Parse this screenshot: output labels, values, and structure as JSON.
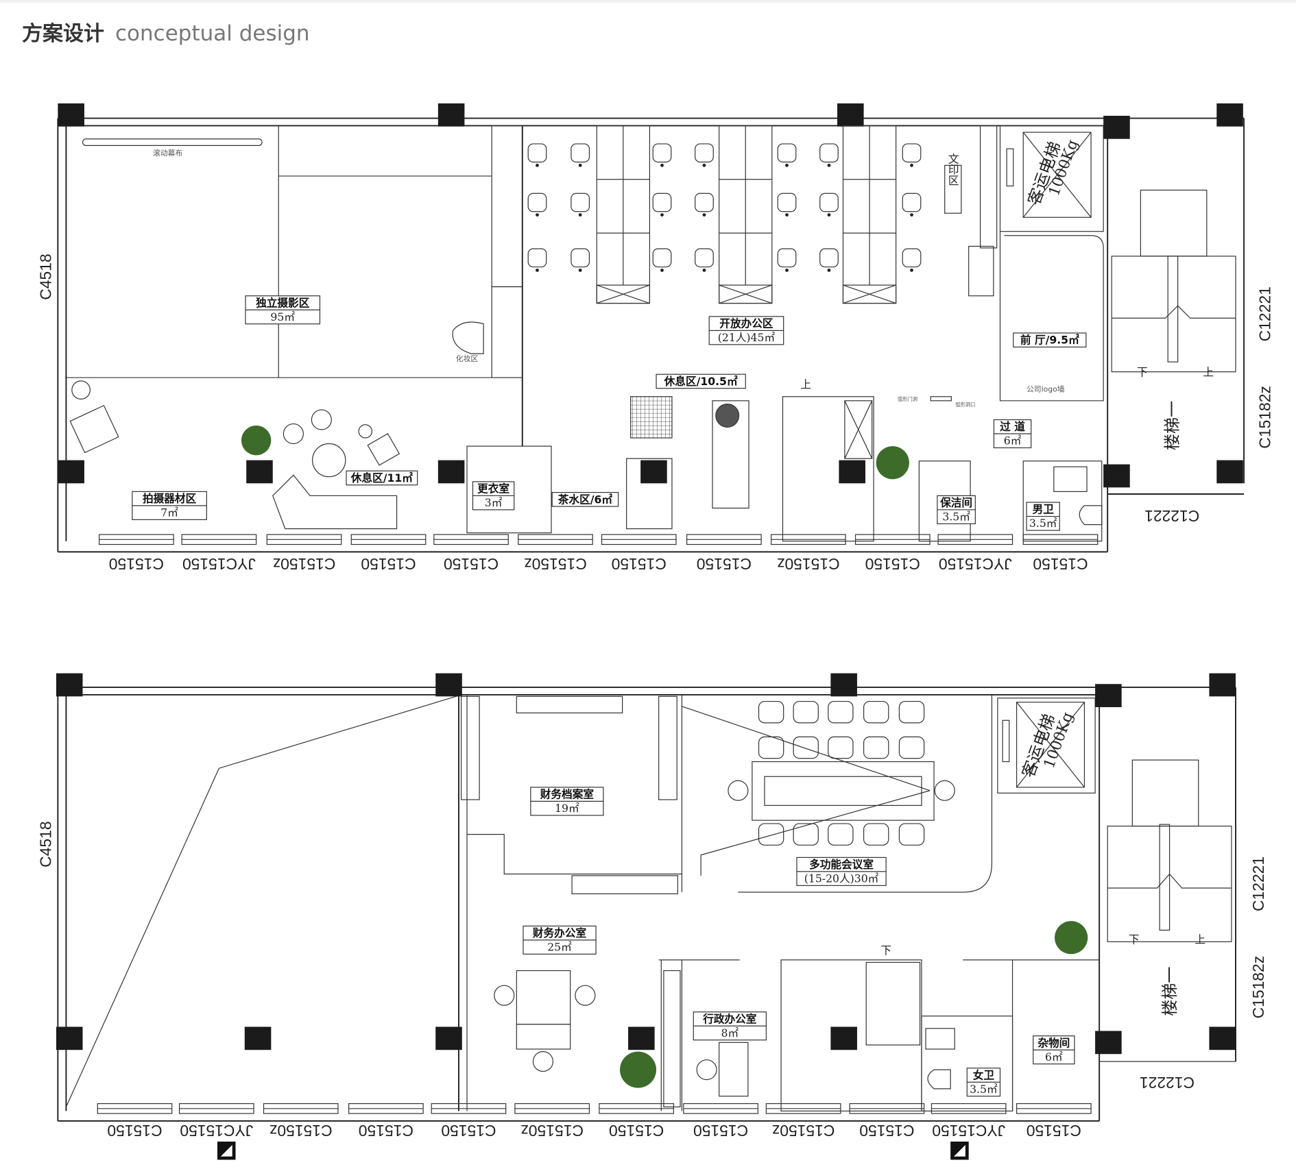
{
  "header": {
    "title_zh": "方案设计",
    "title_en": "conceptual design"
  },
  "plan1": {
    "rooms": [
      {
        "name": "独立摄影区",
        "area": "95㎡"
      },
      {
        "name": "开放办公区",
        "area": "(21人)45㎡"
      },
      {
        "name": "前 厅/9.5㎡",
        "area": ""
      },
      {
        "name": "休息区/10.5㎡",
        "area": ""
      },
      {
        "name": "过 道",
        "area": "6㎡"
      },
      {
        "name": "拍摄器材区",
        "area": "7㎡"
      },
      {
        "name": "休息区/11㎡",
        "area": ""
      },
      {
        "name": "更衣室",
        "area": "3㎡"
      },
      {
        "name": "茶水区/6㎡",
        "area": ""
      },
      {
        "name": "保洁间",
        "area": "3.5㎡"
      },
      {
        "name": "男卫",
        "area": "3.5㎡"
      }
    ],
    "notes": {
      "screen": "滚动幕布",
      "makeup": "化妆区",
      "logo_wall": "公司logo墙",
      "arch1": "弧形门洞",
      "arch2": "弧形洞口",
      "print": "文印区",
      "elevator": "客运电梯",
      "elevator_load": "1000Kg",
      "stair": "楼梯一",
      "up": "上",
      "down": "下"
    },
    "window_labels_side": {
      "left": "C4518",
      "right_top": "C12221",
      "right_bottom": "C15182z",
      "bottom_right": "C12221"
    },
    "window_labels_bottom": [
      "C15150",
      "JYC15150",
      "C15150z",
      "C15150",
      "C15150",
      "C15150z",
      "C15150",
      "C15150",
      "C15150z",
      "C15150",
      "JYC15150",
      "C15150"
    ]
  },
  "plan2": {
    "rooms": [
      {
        "name": "财务档案室",
        "area": "19㎡"
      },
      {
        "name": "多功能会议室",
        "area": "(15-20人)30㎡"
      },
      {
        "name": "财务办公室",
        "area": "25㎡"
      },
      {
        "name": "行政办公室",
        "area": "8㎡"
      },
      {
        "name": "杂物间",
        "area": "6㎡"
      },
      {
        "name": "女卫",
        "area": "3.5㎡"
      }
    ],
    "notes": {
      "elevator": "客运电梯",
      "elevator_load": "1000Kg",
      "stair": "楼梯一",
      "up": "上",
      "down": "下"
    },
    "window_labels_side": {
      "left": "C4518",
      "right_top": "C12221",
      "right_bottom": "C15182z",
      "bottom_right": "C12221"
    },
    "window_labels_bottom": [
      "C15150",
      "JYC15150",
      "C15150z",
      "C15150",
      "C15150",
      "C15150z",
      "C15150",
      "C15150",
      "C15150z",
      "C15150",
      "JYC15150",
      "C15150"
    ]
  }
}
